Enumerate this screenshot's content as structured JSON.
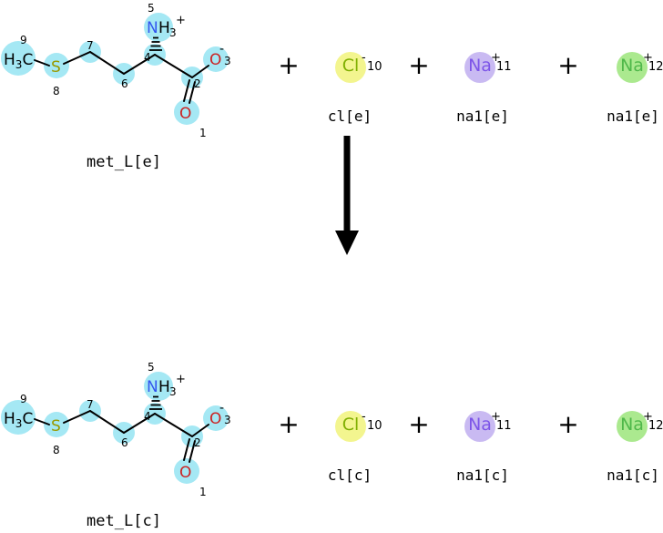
{
  "plus": "+",
  "colors": {
    "nitrogen": "#3355ee",
    "oxygen": "#cc2222",
    "sulfur": "#999900",
    "chlorine": "#7fae00",
    "sodium_purple": "#7d55e8",
    "sodium_green": "#4fb84a",
    "highlight_molecule": "#a5e8f4",
    "highlight_chloride": "#f3f58f",
    "highlight_sodium_purple": "#c9baf2",
    "highlight_sodium_green": "#abe98f"
  },
  "molecule": {
    "atoms": {
      "c9": {
        "h": "H",
        "sub": "3",
        "c": "C",
        "map": "9"
      },
      "s8": {
        "symbol": "S",
        "map": "8"
      },
      "c7": {
        "map": "7"
      },
      "c6": {
        "map": "6"
      },
      "c4": {
        "map": "4"
      },
      "n5": {
        "n": "N",
        "h": "H",
        "sub": "3",
        "charge": "+",
        "map": "5"
      },
      "c2": {
        "map": "2"
      },
      "o3": {
        "symbol": "O",
        "charge": "-",
        "map": "3"
      },
      "o1": {
        "symbol": "O",
        "map": "1"
      }
    }
  },
  "top": {
    "molecule_label": "met_L[e]",
    "ions": [
      {
        "symbol": "Cl",
        "charge": "-",
        "map": "10",
        "label": "cl[e]"
      },
      {
        "symbol": "Na",
        "charge": "+",
        "map": "11",
        "label": "na1[e]"
      },
      {
        "symbol": "Na",
        "charge": "+",
        "map": "12",
        "label": "na1[e]"
      }
    ]
  },
  "bottom": {
    "molecule_label": "met_L[c]",
    "ions": [
      {
        "symbol": "Cl",
        "charge": "-",
        "map": "10",
        "label": "cl[c]"
      },
      {
        "symbol": "Na",
        "charge": "+",
        "map": "11",
        "label": "na1[c]"
      },
      {
        "symbol": "Na",
        "charge": "+",
        "map": "12",
        "label": "na1[c]"
      }
    ]
  }
}
